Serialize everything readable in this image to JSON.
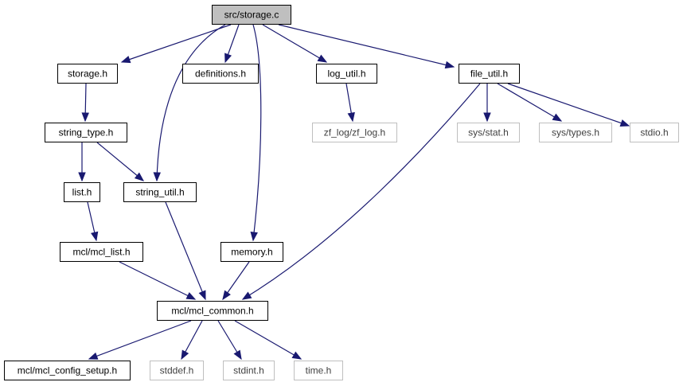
{
  "nodes": {
    "storage_c": {
      "label": "src/storage.c",
      "style": "root"
    },
    "storage_h": {
      "label": "storage.h",
      "style": "local"
    },
    "definitions_h": {
      "label": "definitions.h",
      "style": "local"
    },
    "log_util_h": {
      "label": "log_util.h",
      "style": "local"
    },
    "file_util_h": {
      "label": "file_util.h",
      "style": "local"
    },
    "string_type_h": {
      "label": "string_type.h",
      "style": "local"
    },
    "zf_log_h": {
      "label": "zf_log/zf_log.h",
      "style": "external"
    },
    "sys_stat_h": {
      "label": "sys/stat.h",
      "style": "external"
    },
    "sys_types_h": {
      "label": "sys/types.h",
      "style": "external"
    },
    "stdio_h": {
      "label": "stdio.h",
      "style": "external"
    },
    "list_h": {
      "label": "list.h",
      "style": "local"
    },
    "string_util_h": {
      "label": "string_util.h",
      "style": "local"
    },
    "mcl_list_h": {
      "label": "mcl/mcl_list.h",
      "style": "local"
    },
    "memory_h": {
      "label": "memory.h",
      "style": "local"
    },
    "mcl_common_h": {
      "label": "mcl/mcl_common.h",
      "style": "local"
    },
    "mcl_config_setup_h": {
      "label": "mcl/mcl_config_setup.h",
      "style": "local"
    },
    "stddef_h": {
      "label": "stddef.h",
      "style": "external"
    },
    "stdint_h": {
      "label": "stdint.h",
      "style": "external"
    },
    "time_h": {
      "label": "time.h",
      "style": "external"
    }
  },
  "edges": [
    [
      "storage_c",
      "storage_h"
    ],
    [
      "storage_c",
      "definitions_h"
    ],
    [
      "storage_c",
      "log_util_h"
    ],
    [
      "storage_c",
      "file_util_h"
    ],
    [
      "storage_c",
      "string_util_h"
    ],
    [
      "storage_c",
      "memory_h"
    ],
    [
      "storage_h",
      "string_type_h"
    ],
    [
      "string_type_h",
      "list_h"
    ],
    [
      "string_type_h",
      "string_util_h"
    ],
    [
      "log_util_h",
      "zf_log_h"
    ],
    [
      "file_util_h",
      "sys_stat_h"
    ],
    [
      "file_util_h",
      "sys_types_h"
    ],
    [
      "file_util_h",
      "stdio_h"
    ],
    [
      "file_util_h",
      "mcl_common_h"
    ],
    [
      "list_h",
      "mcl_list_h"
    ],
    [
      "string_util_h",
      "mcl_common_h"
    ],
    [
      "mcl_list_h",
      "mcl_common_h"
    ],
    [
      "memory_h",
      "mcl_common_h"
    ],
    [
      "mcl_common_h",
      "mcl_config_setup_h"
    ],
    [
      "mcl_common_h",
      "stddef_h"
    ],
    [
      "mcl_common_h",
      "stdint_h"
    ],
    [
      "mcl_common_h",
      "time_h"
    ]
  ],
  "colors": {
    "edge": "#191970",
    "root_fill": "#bfbfbf",
    "local_border": "#000000",
    "external_border": "#bfbfbf",
    "external_text": "#404040"
  }
}
